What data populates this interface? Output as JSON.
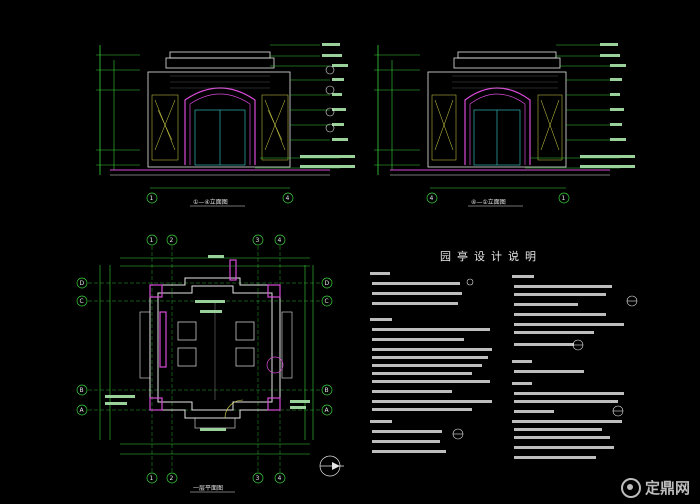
{
  "drawing": {
    "notes_title": "园亭设计说明",
    "watermark": "定鼎网"
  },
  "views": {
    "front_elevation_caption": "①—④立面图",
    "rear_elevation_caption": "④—①立面图",
    "plan_caption": "一层平面图"
  },
  "colors": {
    "dim_green": "#39d13a",
    "magenta": "#d94ad9",
    "white": "#e6e6e6",
    "yellow": "#d9d94a",
    "cyan": "#3ad1d1"
  }
}
